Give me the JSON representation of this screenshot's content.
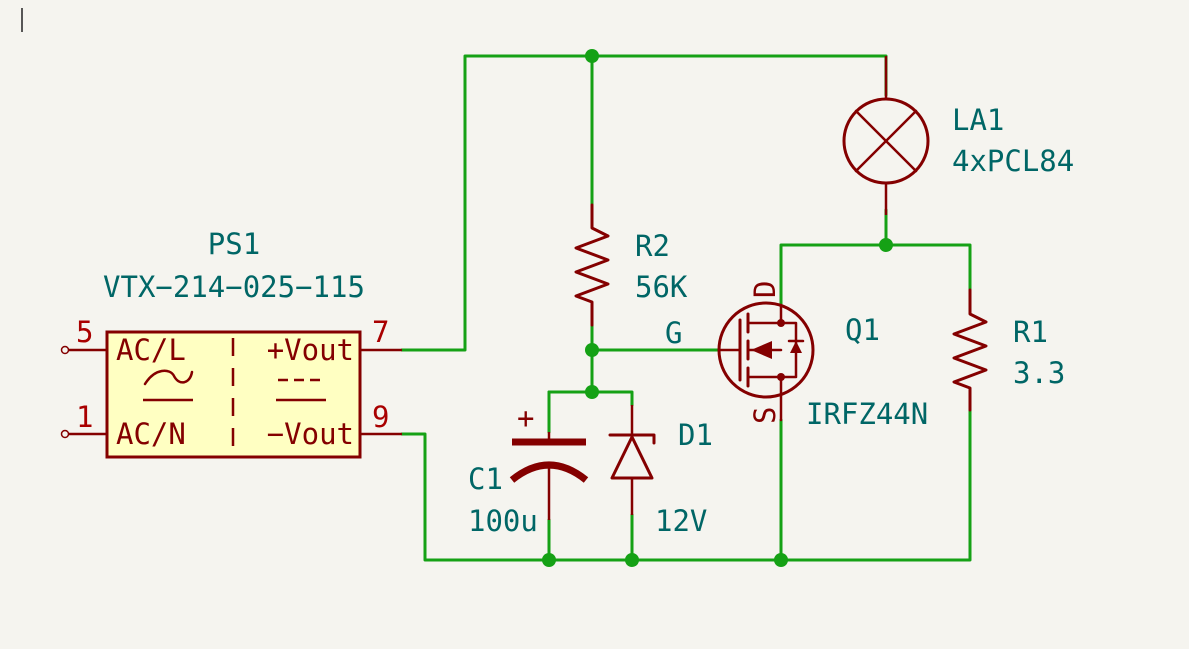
{
  "components": {
    "ps1": {
      "ref": "PS1",
      "value": "VTX−214−025−115",
      "pins": [
        {
          "num": "5",
          "name": "AC/L"
        },
        {
          "num": "1",
          "name": "AC/N"
        },
        {
          "num": "7",
          "name": "+Vout"
        },
        {
          "num": "9",
          "name": "−Vout"
        }
      ]
    },
    "la1": {
      "ref": "LA1",
      "value": "4xPCL84"
    },
    "r2": {
      "ref": "R2",
      "value": "56K"
    },
    "q1": {
      "ref": "Q1",
      "value": "IRFZ44N",
      "pin_d": "D",
      "pin_g": "G",
      "pin_s": "S"
    },
    "r1": {
      "ref": "R1",
      "value": "3.3"
    },
    "c1": {
      "ref": "C1",
      "value": "100u",
      "polarity": "+"
    },
    "d1": {
      "ref": "D1",
      "value": "12V"
    }
  },
  "colors": {
    "background": "#f5f4ef",
    "wire": "#15a115",
    "symbol": "#840000",
    "symbol_fill": "#ffffc2",
    "reference_text": "#006666",
    "pin_number": "#a90000"
  }
}
